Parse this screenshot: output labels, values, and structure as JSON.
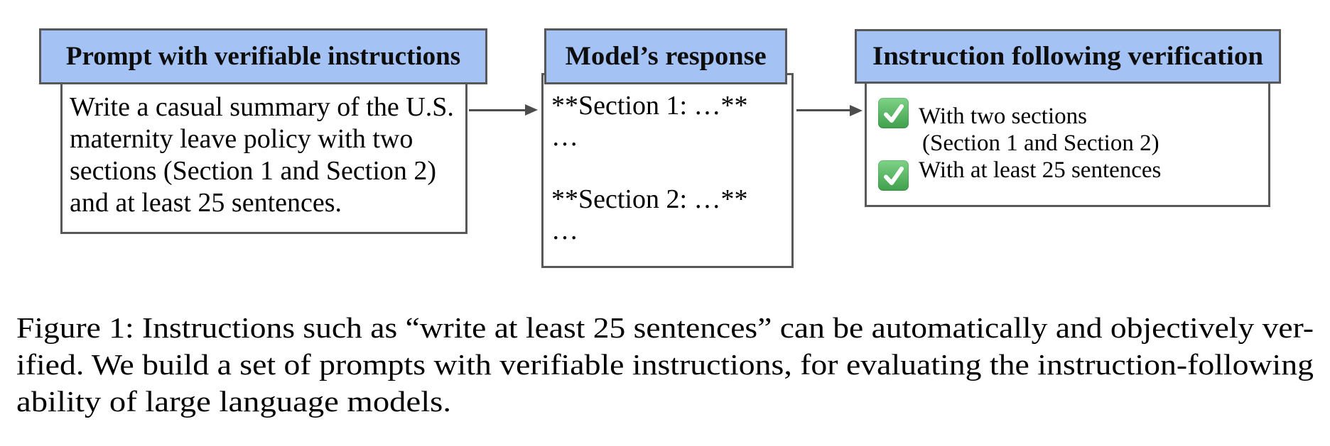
{
  "figure": {
    "boxes": [
      {
        "id": "prompt",
        "header": "Prompt with verifiable instructions",
        "body_lines": [
          "Write a casual summary of the U.S.",
          "maternity leave policy with two",
          "sections (Section 1 and Section 2)",
          "and at least 25 sentences."
        ]
      },
      {
        "id": "response",
        "header": "Model’s response",
        "body_lines": [
          "**Section 1: …**",
          "…",
          "",
          "**Section 2: …**",
          "…"
        ]
      },
      {
        "id": "verification",
        "header": "Instruction following verification",
        "items": [
          {
            "icon": "check-mark-button",
            "result": "pass",
            "lines": [
              "With two sections",
              "(Section 1 and Section 2)"
            ]
          },
          {
            "icon": "check-mark-button",
            "result": "pass",
            "lines": [
              "With at least 25 sentences"
            ]
          }
        ]
      }
    ],
    "arrows": [
      {
        "from": "prompt",
        "to": "response"
      },
      {
        "from": "response",
        "to": "verification"
      }
    ],
    "colors": {
      "header_fill": "#A4C2F4",
      "box_border": "#58585A",
      "arrow": "#4D4D4D",
      "check_green_top": "#7ED287",
      "check_green_bottom": "#3FA04C",
      "check_mark": "#FFFFFF"
    }
  },
  "caption": {
    "lines": [
      "Figure 1: Instructions such as “write at least 25 sentences” can be automatically and objectively ver-",
      "ified. We build a set of prompts with verifiable instructions, for evaluating the instruction-following",
      "ability of large language models."
    ]
  }
}
